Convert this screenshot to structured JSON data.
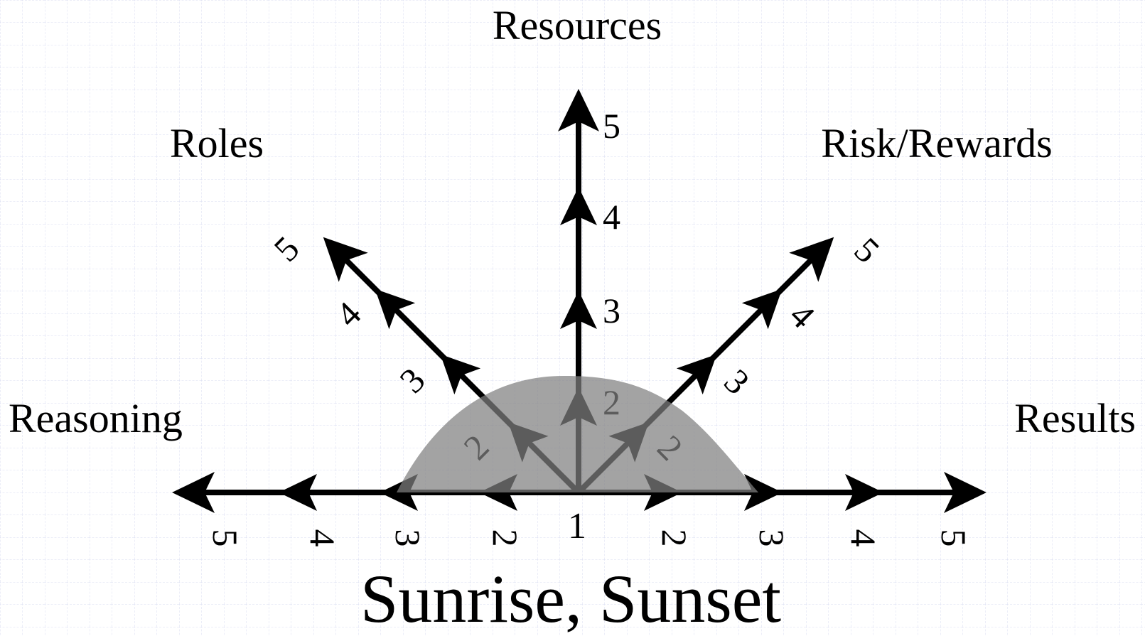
{
  "title": "Sunrise, Sunset",
  "axes": [
    {
      "name": "Reasoning",
      "ticks": [
        "5",
        "4",
        "3",
        "2"
      ]
    },
    {
      "name": "Roles",
      "ticks": [
        "2",
        "3",
        "4",
        "5"
      ]
    },
    {
      "name": "Resources",
      "ticks": [
        "2",
        "3",
        "4",
        "5"
      ]
    },
    {
      "name": "Risk/Rewards",
      "ticks": [
        "2",
        "3",
        "4",
        "5"
      ]
    },
    {
      "name": "Results",
      "ticks": [
        "2",
        "3",
        "4",
        "5"
      ]
    }
  ],
  "origin_label": "1",
  "colors": {
    "background": "#ffffff",
    "grid": "#d9dcf2",
    "arrows": "#000000",
    "sun": "#808080"
  }
}
